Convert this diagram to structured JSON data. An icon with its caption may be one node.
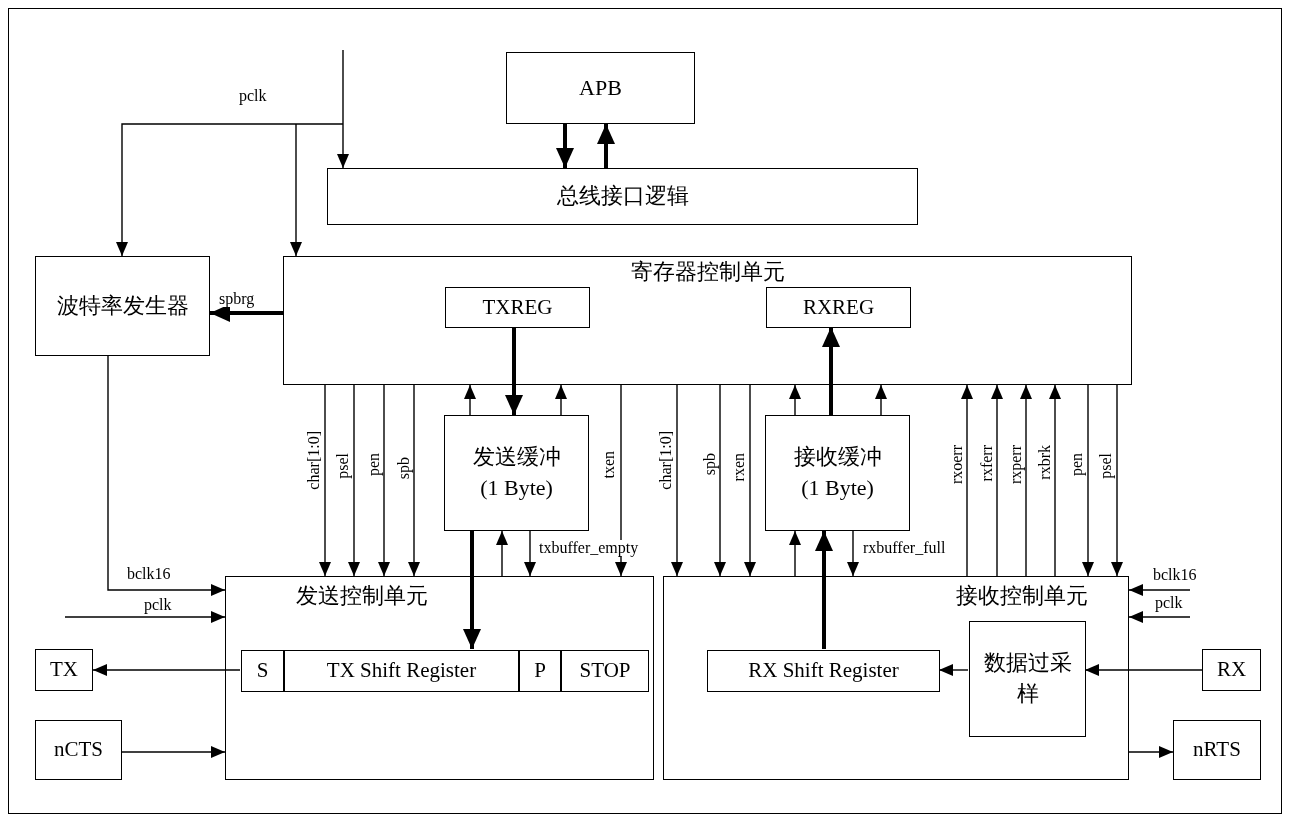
{
  "diagram": {
    "nodes": [
      {
        "text": [
          "APB"
        ]
      },
      {
        "text": [
          "总线接口逻辑"
        ]
      },
      {
        "text": [
          "波特率发生器"
        ]
      },
      {
        "text": [
          "寄存器控制单元"
        ]
      },
      {
        "text": [
          "TXREG"
        ],
        "in": 3
      },
      {
        "text": [
          "RXREG"
        ],
        "in": 3
      },
      {
        "text": [
          "发送缓冲 (1 Byte)"
        ]
      },
      {
        "text": [
          "接收缓冲 (1 Byte)"
        ]
      },
      {
        "text": [
          "发送控制单元"
        ]
      },
      {
        "text": [
          "S"
        ],
        "in": 8
      },
      {
        "text": [
          "TX Shift Register"
        ],
        "in": 8
      },
      {
        "text": [
          "P"
        ],
        "in": 8
      },
      {
        "text": [
          "STOP"
        ],
        "in": 8
      },
      {
        "text": [
          "接收控制单元"
        ]
      },
      {
        "text": [
          "RX Shift Register"
        ],
        "in": 13
      },
      {
        "text": [
          "数据过采样"
        ],
        "in": 13
      },
      {
        "text": [
          "TX"
        ]
      },
      {
        "text": [
          "nCTS"
        ]
      },
      {
        "text": [
          "RX"
        ]
      },
      {
        "text": [
          "nRTS"
        ]
      }
    ],
    "edges": [
      {
        "from": null,
        "to": 1,
        "arrow": "to"
      },
      {
        "from": null,
        "to": 2,
        "arrow": "to",
        "label": "pclk"
      },
      {
        "from": null,
        "to": 3,
        "arrow": "to"
      },
      {
        "from": 0,
        "to": 1,
        "arrow": "to",
        "style": "thick"
      },
      {
        "from": 1,
        "to": 0,
        "arrow": "to",
        "style": "thick"
      },
      {
        "from": 3,
        "to": 2,
        "arrow": "to",
        "label": "spbrg",
        "style": "thick"
      },
      {
        "from": 2,
        "to": 8,
        "arrow": "to",
        "label": "bclk16"
      },
      {
        "from": null,
        "to": 8,
        "arrow": "to",
        "label": "pclk"
      },
      {
        "from": 3,
        "to": 8,
        "arrow": "to",
        "label": "char[1:0]"
      },
      {
        "from": 3,
        "to": 8,
        "arrow": "to",
        "label": "psel"
      },
      {
        "from": 3,
        "to": 8,
        "arrow": "to",
        "label": "pen"
      },
      {
        "from": 3,
        "to": 8,
        "arrow": "to",
        "label": "spb"
      },
      {
        "from": 6,
        "to": 3,
        "arrow": "to"
      },
      {
        "from": 4,
        "to": 6,
        "arrow": "to",
        "style": "thick"
      },
      {
        "from": 6,
        "to": 3,
        "arrow": "to"
      },
      {
        "from": 3,
        "to": 8,
        "arrow": "to",
        "label": "txen"
      },
      {
        "from": 8,
        "to": 6,
        "arrow": "to"
      },
      {
        "from": 6,
        "to": 8,
        "arrow": "to",
        "label": "txbuffer_empty"
      },
      {
        "from": 6,
        "to": 10,
        "arrow": "to",
        "style": "thick"
      },
      {
        "from": 9,
        "to": 16,
        "arrow": "to"
      },
      {
        "from": 17,
        "to": 8,
        "arrow": "to"
      },
      {
        "from": 3,
        "to": 13,
        "arrow": "to",
        "label": "char[1:0]"
      },
      {
        "from": 3,
        "to": 13,
        "arrow": "to",
        "label": "spb"
      },
      {
        "from": 3,
        "to": 13,
        "arrow": "to",
        "label": "rxen"
      },
      {
        "from": 7,
        "to": 3,
        "arrow": "to"
      },
      {
        "from": 7,
        "to": 5,
        "arrow": "to",
        "style": "thick"
      },
      {
        "from": 7,
        "to": 3,
        "arrow": "to"
      },
      {
        "from": 13,
        "to": 7,
        "arrow": "to"
      },
      {
        "from": 7,
        "to": 13,
        "arrow": "to",
        "label": "rxbuffer_full"
      },
      {
        "from": 14,
        "to": 7,
        "arrow": "to",
        "style": "thick"
      },
      {
        "from": 13,
        "to": 3,
        "arrow": "to",
        "label": "rxoerr"
      },
      {
        "from": 13,
        "to": 3,
        "arrow": "to",
        "label": "rxferr"
      },
      {
        "from": 13,
        "to": 3,
        "arrow": "to",
        "label": "rxperr"
      },
      {
        "from": 13,
        "to": 3,
        "arrow": "to",
        "label": "rxbrk"
      },
      {
        "from": 3,
        "to": 13,
        "arrow": "to",
        "label": "pen"
      },
      {
        "from": 3,
        "to": 13,
        "arrow": "to",
        "label": "psel"
      },
      {
        "from": null,
        "to": 13,
        "arrow": "to",
        "label": "bclk16"
      },
      {
        "from": null,
        "to": 13,
        "arrow": "to",
        "label": "pclk"
      },
      {
        "from": 18,
        "to": 15,
        "arrow": "to"
      },
      {
        "from": 15,
        "to": 14,
        "arrow": "to"
      },
      {
        "from": 13,
        "to": 19,
        "arrow": "to"
      }
    ]
  }
}
